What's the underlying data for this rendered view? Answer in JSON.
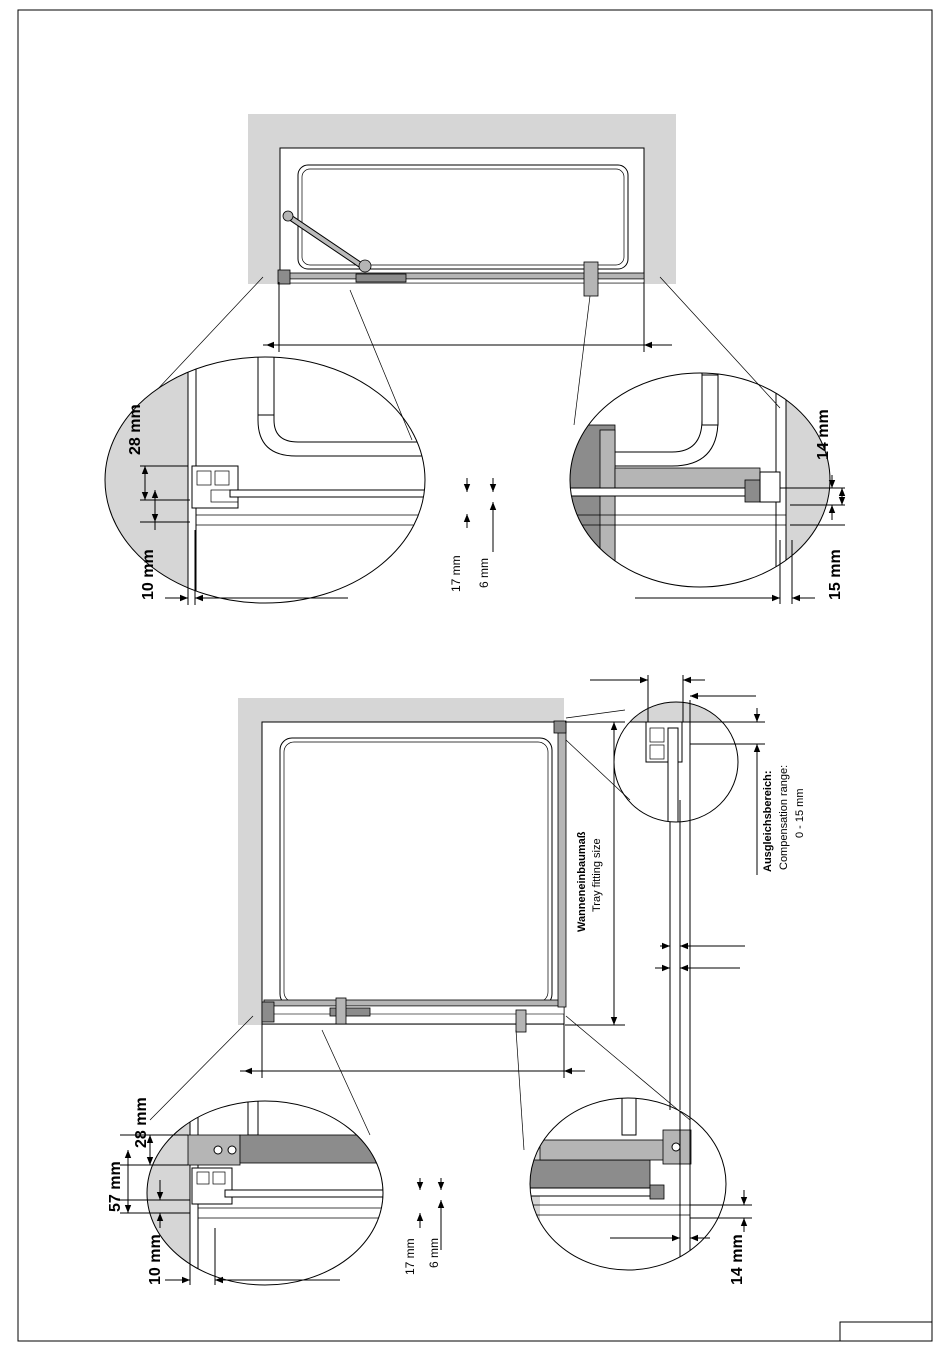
{
  "labels": {
    "top_28": "28 mm",
    "top_10": "10 mm",
    "top_17": "17 mm",
    "top_6": "6 mm",
    "top_14": "14 mm",
    "top_15": "15 mm",
    "bot_57": "57 mm",
    "bot_28": "28 mm",
    "bot_10": "10 mm",
    "bot_17": "17 mm",
    "bot_6": "6 mm",
    "bot_14": "14 mm",
    "tray_de": "Wanneneinbaumaß",
    "tray_en": "Tray fitting size",
    "comp_de": "Ausgleichsbereich:",
    "comp_en": "Compensation range:",
    "comp_range": "0 - 15 mm"
  }
}
